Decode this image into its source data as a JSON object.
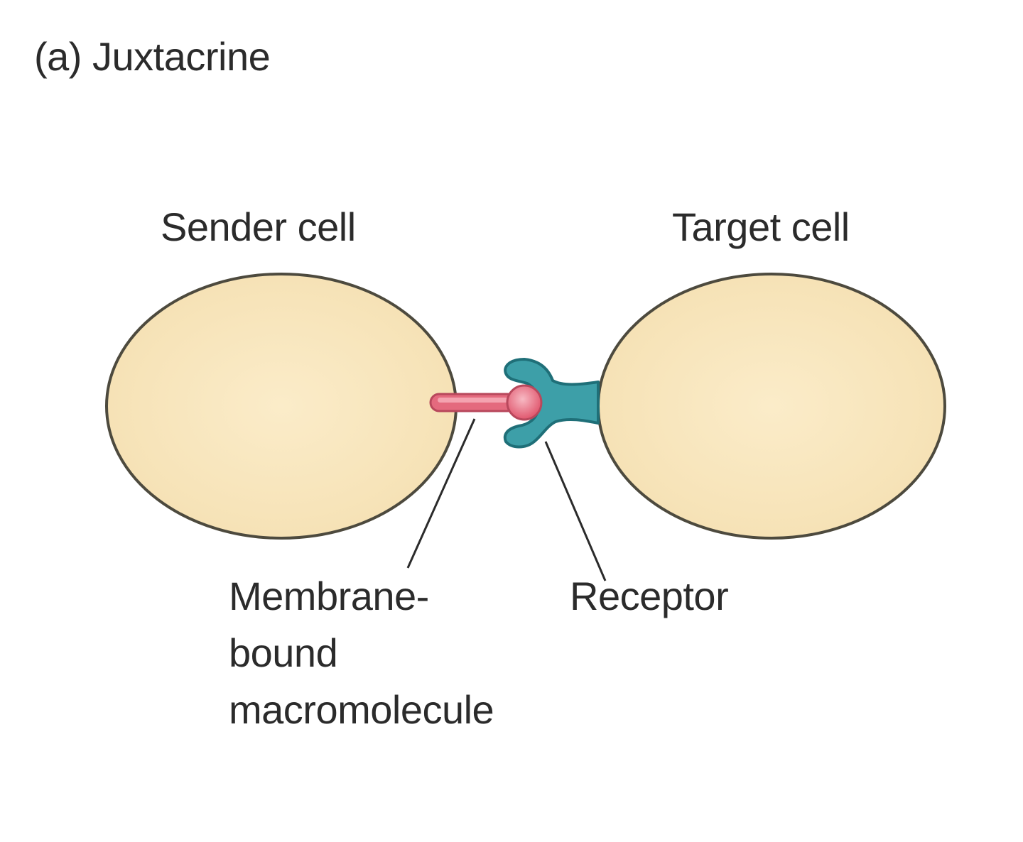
{
  "diagram": {
    "panel_title": "(a) Juxtacrine",
    "sender_cell": {
      "label": "Sender cell",
      "fill_color": "#f8e6bd",
      "outline_color": "#4d4a3e"
    },
    "target_cell": {
      "label": "Target cell",
      "fill_color": "#f8e6bd",
      "outline_color": "#4d4a3e"
    },
    "ligand": {
      "label_lines": [
        "Membrane-",
        "bound",
        "macromolecule"
      ],
      "color": "#e46a7e",
      "highlight_color": "#f4a3b0"
    },
    "receptor": {
      "label": "Receptor",
      "color": "#3d9fa8",
      "outline_color": "#1f6f78"
    }
  }
}
